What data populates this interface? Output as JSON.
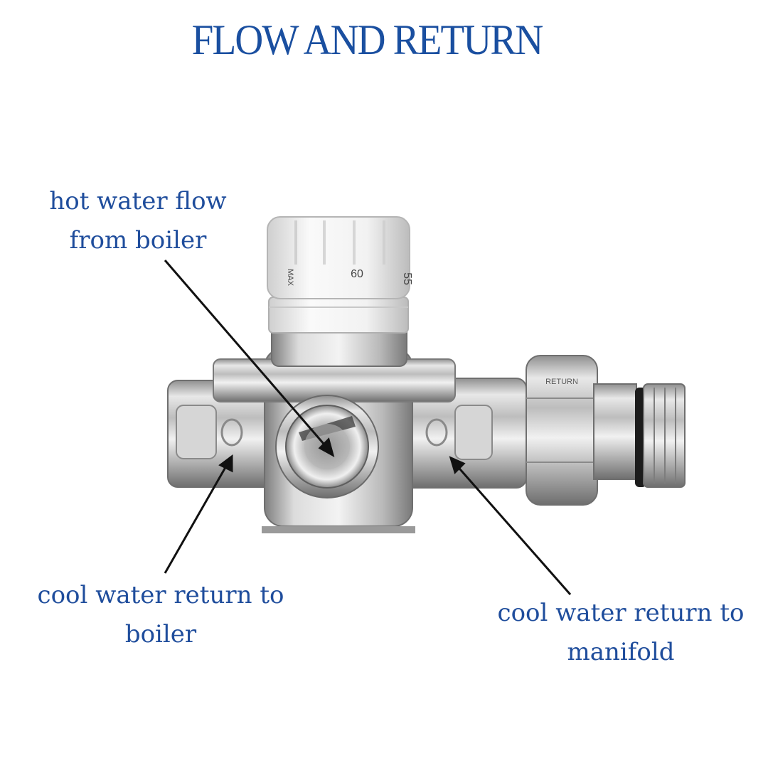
{
  "title": "FLOW AND RETURN",
  "labels": {
    "hot": {
      "line1": "hot water flow",
      "line2": "from boiler"
    },
    "boiler": {
      "line1": "cool water return to",
      "line2": "boiler"
    },
    "manifold": {
      "line1": "cool water return to",
      "line2": "manifold"
    }
  },
  "knob": {
    "mark_max": "MAX",
    "mark_60": "60",
    "mark_55": "55"
  },
  "union": {
    "mark": "RETURN"
  },
  "colors": {
    "title": "#1a4fa0",
    "label": "#1f4d9c",
    "arrow": "#111111",
    "metal": "#c9c9c9",
    "knob": "#ececec"
  }
}
